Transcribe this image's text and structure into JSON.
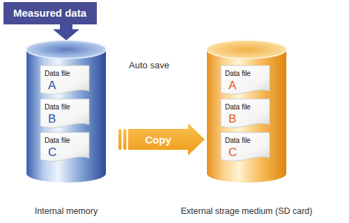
{
  "diagram": {
    "nodes": [
      {
        "text": [
          "Measured data"
        ]
      },
      {
        "text": [
          "Internal memory"
        ]
      },
      {
        "text": [
          "Data file",
          "A"
        ],
        "in": 1
      },
      {
        "text": [
          "Data file",
          "B"
        ],
        "in": 1
      },
      {
        "text": [
          "Data file",
          "C"
        ],
        "in": 1
      },
      {
        "text": [
          "External strage medium (SD card)"
        ]
      },
      {
        "text": [
          "Data file",
          "A"
        ],
        "in": 5
      },
      {
        "text": [
          "Data file",
          "B"
        ],
        "in": 5
      },
      {
        "text": [
          "Data file",
          "C"
        ],
        "in": 5
      }
    ],
    "edges": [
      {
        "from": 0,
        "to": 1,
        "arrow": "to"
      },
      {
        "from": 1,
        "to": 5,
        "label": "Copy",
        "arrow": "to"
      }
    ],
    "labels": [
      "Auto save"
    ]
  }
}
